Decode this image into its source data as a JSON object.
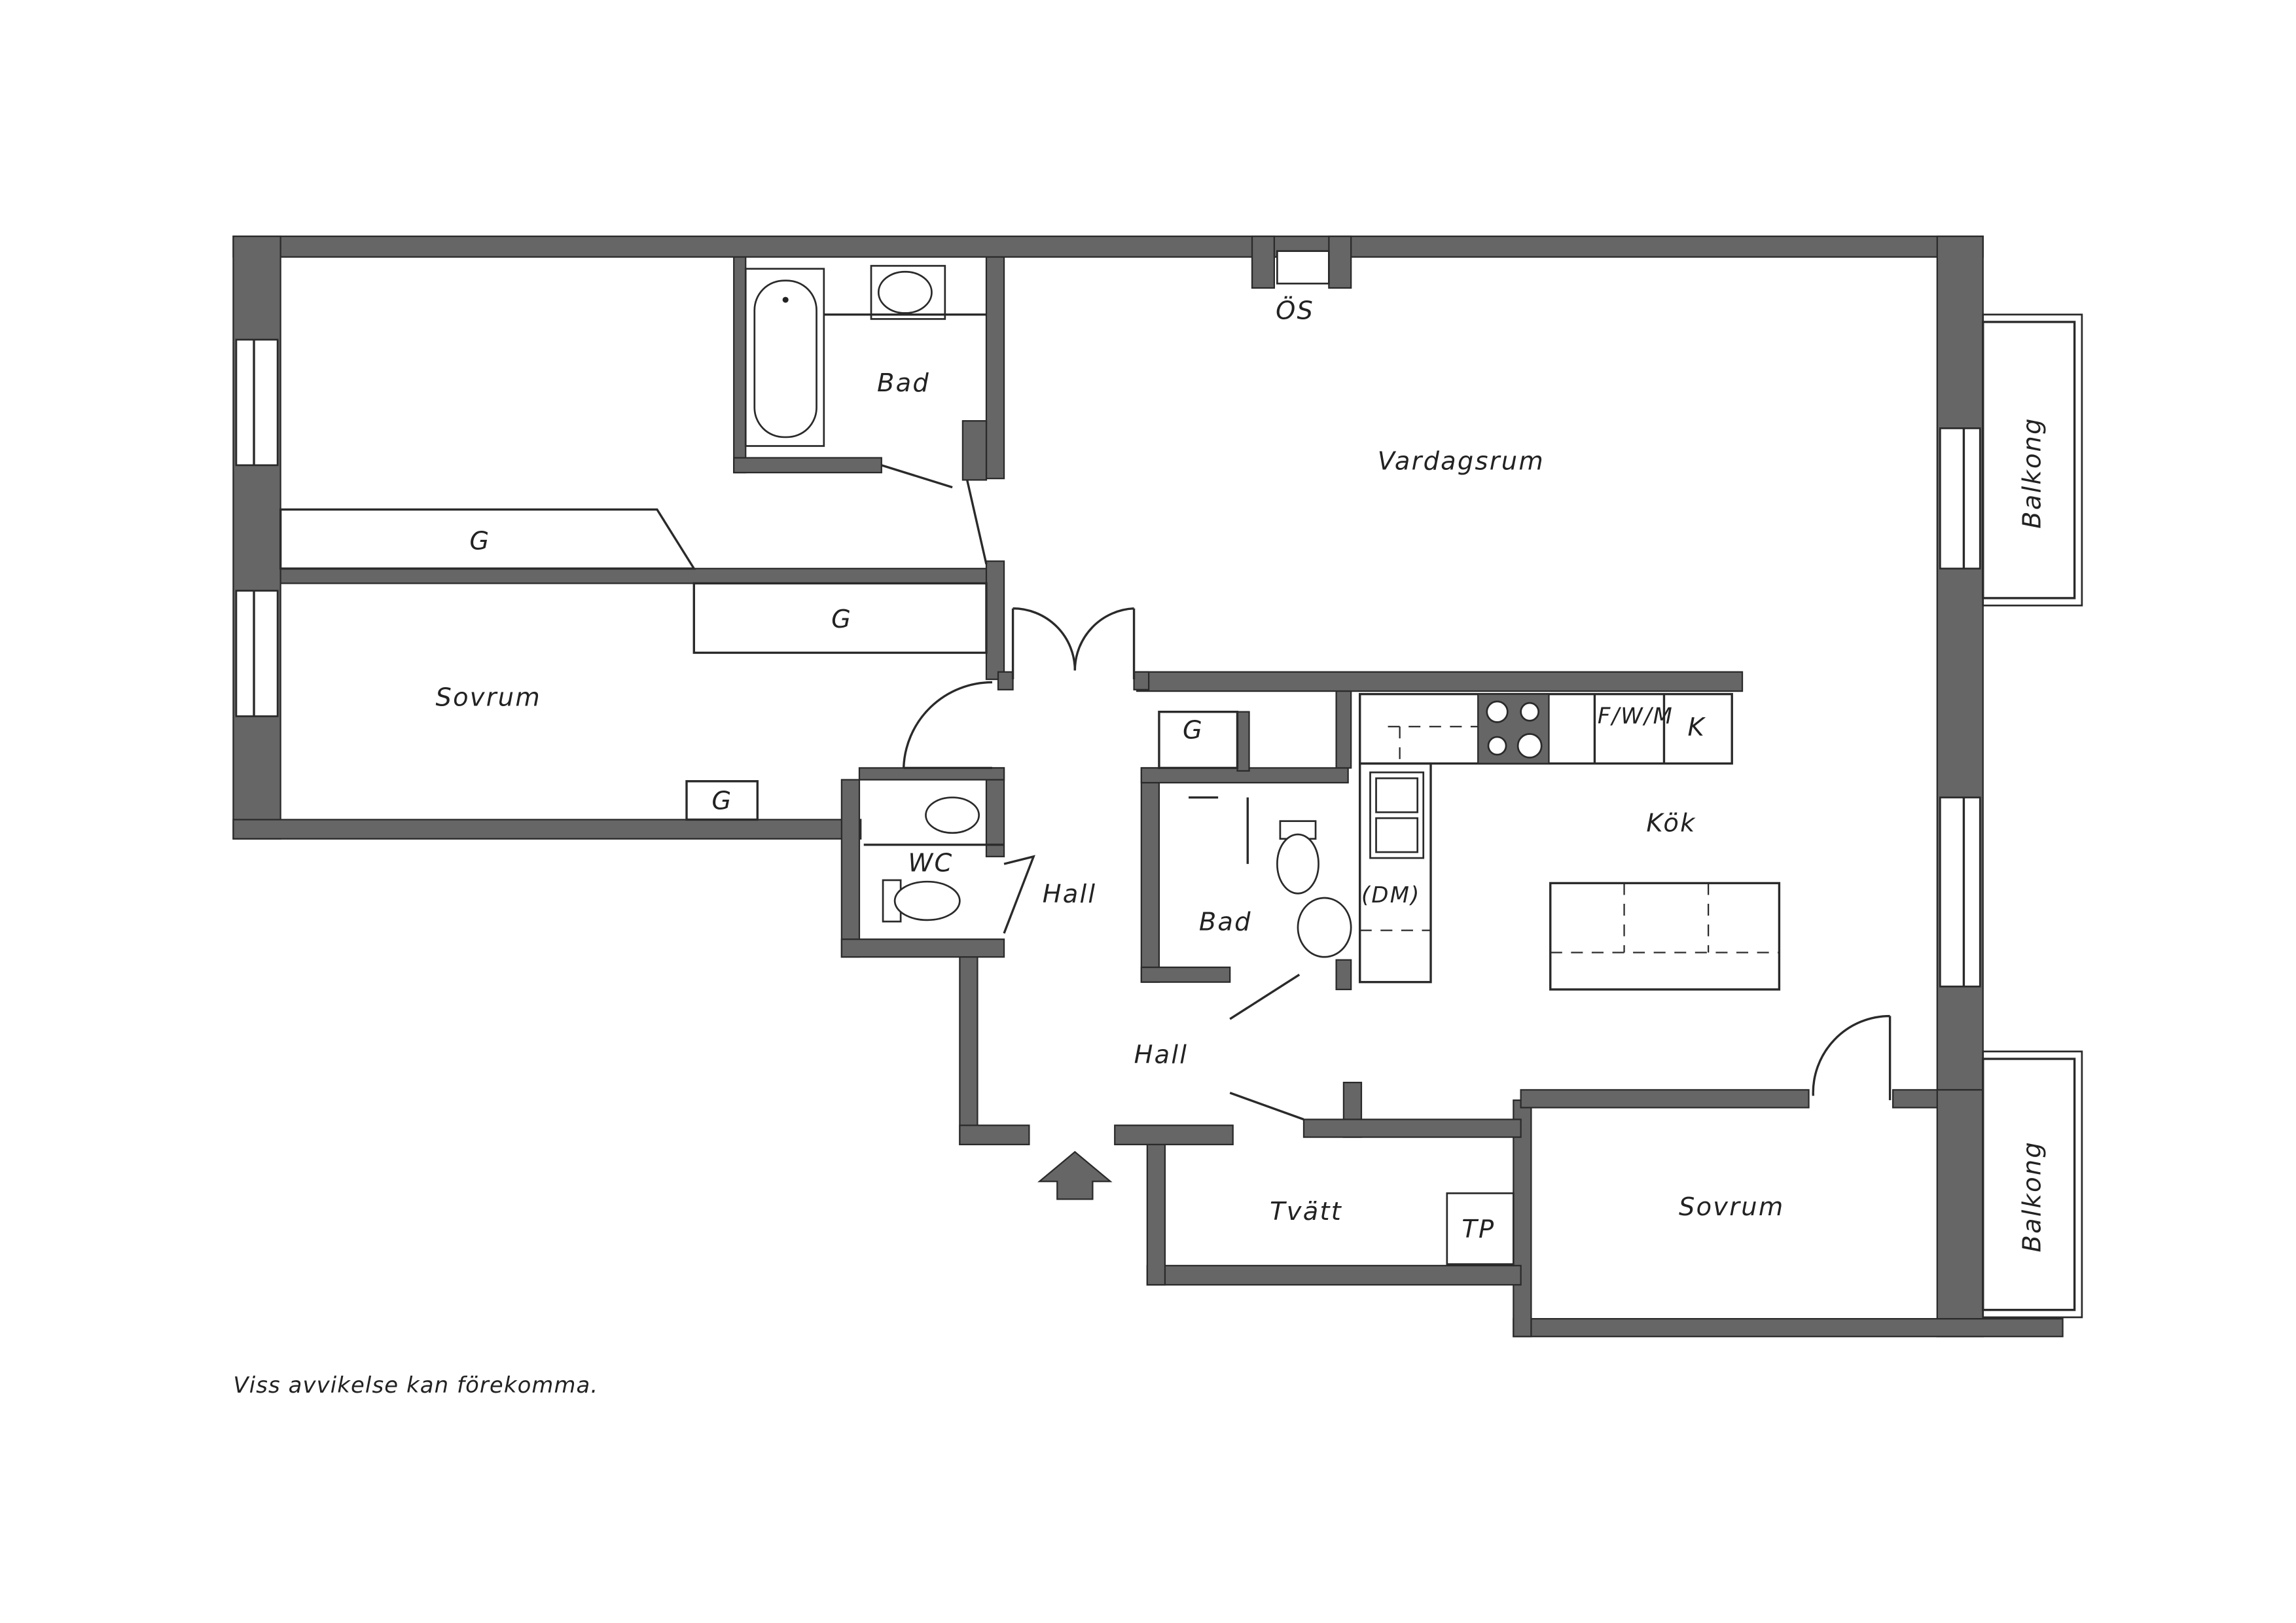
{
  "rooms": {
    "bad_top": "Bad",
    "os": "ÖS",
    "vardagsrum": "Vardagsrum",
    "balkong_top": "Balkong",
    "g_bed1": "G",
    "g_bed2": "G",
    "sovrum_left": "Sovrum",
    "g_sovrum": "G",
    "g_hall": "G",
    "fwm": "F/W/M",
    "k": "K",
    "kok": "Kök",
    "wc": "WC",
    "hall_upper": "Hall",
    "bad_mid": "Bad",
    "dm": "(DM)",
    "hall_lower": "Hall",
    "tvatt": "Tvätt",
    "tp": "TP",
    "sovrum_right": "Sovrum",
    "balkong_bottom": "Balkong"
  },
  "note": "Viss avvikelse kan förekomma.",
  "colors": {
    "wall": "#666666",
    "line": "#2a2a2a"
  }
}
